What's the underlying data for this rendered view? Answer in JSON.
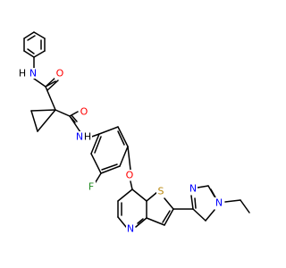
{
  "molecule": {
    "atoms": {
      "nh_amide1": "H",
      "n_amide1": "N",
      "o_amide1": "O",
      "o_amide2": "O",
      "n_amide2": "N",
      "h_amide2": "H",
      "f": "F",
      "o_ether": "O",
      "s": "S",
      "n_pyridine": "N",
      "n_imid1": "N",
      "n_imid3": "N"
    },
    "colors": {
      "bond": "#000000",
      "carbon": "#000000",
      "nitrogen": "#0000ff",
      "oxygen": "#ff0000",
      "sulfur": "#b8860b",
      "fluorine": "#228b22"
    }
  }
}
